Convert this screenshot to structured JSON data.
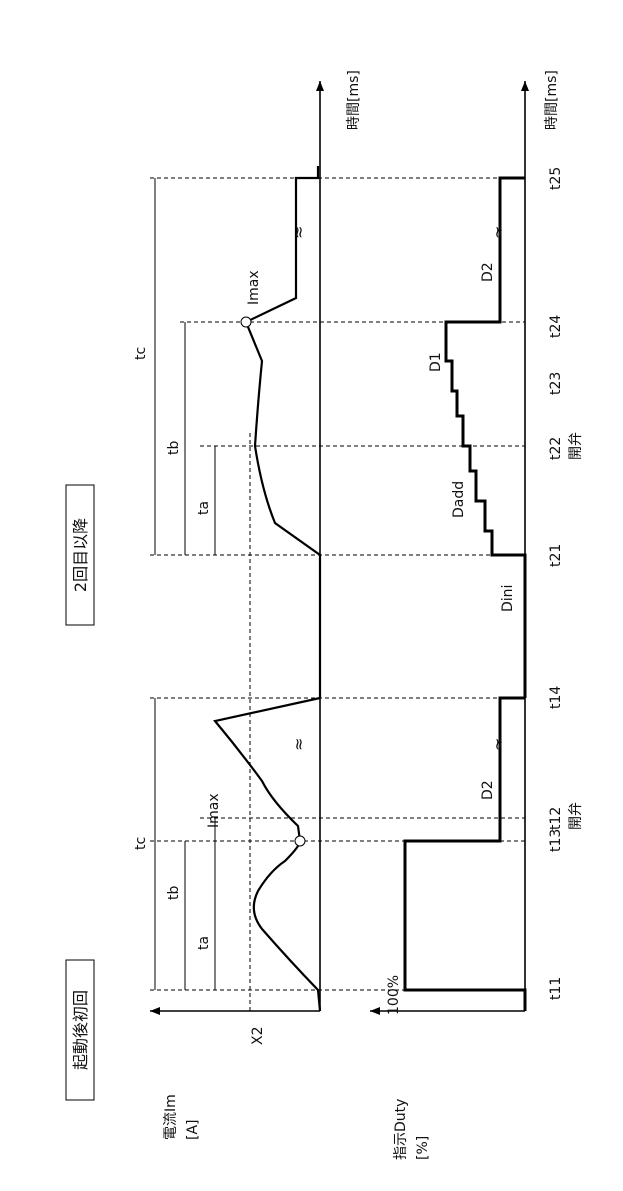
{
  "titles": {
    "first_after_start": "起動後初回",
    "second_and_after": "2回目以降"
  },
  "axes": {
    "current_label": "電流Im",
    "current_unit": "[A]",
    "duty_label": "指示Duty",
    "duty_unit": "[%]",
    "time_label": "時間[ms]"
  },
  "markers": {
    "x2": "X2",
    "t11": "t11",
    "t12": "t12",
    "t13": "t13",
    "t14": "t14",
    "t21": "t21",
    "t22": "t22",
    "t23": "t23",
    "t24": "t24",
    "t25": "t25",
    "valve_open": "開弁"
  },
  "spans": {
    "tc": "tc",
    "tb": "tb",
    "ta": "ta"
  },
  "values": {
    "imax": "Imax",
    "d100": "100%",
    "d1": "D1",
    "d2": "D2",
    "dini": "Dini",
    "dadd": "Dadd"
  }
}
